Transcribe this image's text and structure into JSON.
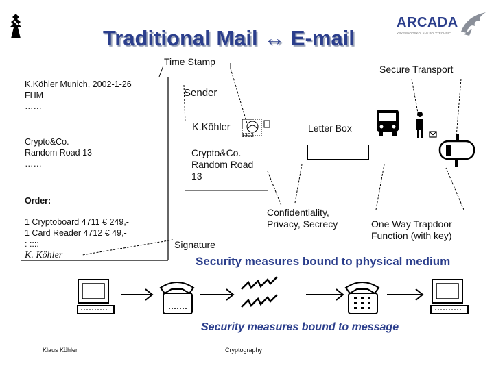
{
  "slide": {
    "title": "Traditional Mail ↔ E-mail",
    "logo_text": "ARCADA",
    "logo_subtitle": "YRKESHÖGSKOLAN / POLYTECHNIC",
    "labels": {
      "time_stamp": "Time Stamp",
      "secure_transport": "Secure Transport",
      "sender": "Sender",
      "letter_box": "Letter Box",
      "confidentiality": [
        "Confidentiality,",
        "Privacy, Secrecy"
      ],
      "one_way": [
        "One Way Trapdoor",
        "Function (with key)"
      ],
      "signature": "Signature"
    },
    "envelope": {
      "name": "K.Köhler",
      "address": [
        "Crypto&Co.",
        "Random Road",
        "13"
      ],
      "stamp_text": "1302"
    },
    "letter": {
      "header": [
        "K.Köhler Munich,   2002-1-26",
        "FHM",
        "……"
      ],
      "recipient": [
        "Crypto&Co.",
        "Random Road 13",
        "……"
      ],
      "order_label": "Order",
      "order_lines": [
        "1 Cryptoboard 4711  € 249,-",
        "1 Card Reader 4712  €  49,-",
        ": ::::"
      ],
      "signature": "K. Köhler"
    },
    "physical_measures": "Security measures bound to physical medium",
    "message_measures": "Security measures bound to message",
    "footer_left": "Klaus Köhler",
    "footer_center": "Cryptography"
  },
  "colors": {
    "title": "#2b3e8c",
    "accent_blue": "#2b3e8c"
  },
  "icons": [
    "bishop-logo-icon",
    "arcada-bird-icon",
    "stamp-icon",
    "bus-icon",
    "mailman-icon",
    "mailbox-icon",
    "computer-icon",
    "telephone-icon",
    "lightning-icon",
    "arrow-right-icon"
  ]
}
